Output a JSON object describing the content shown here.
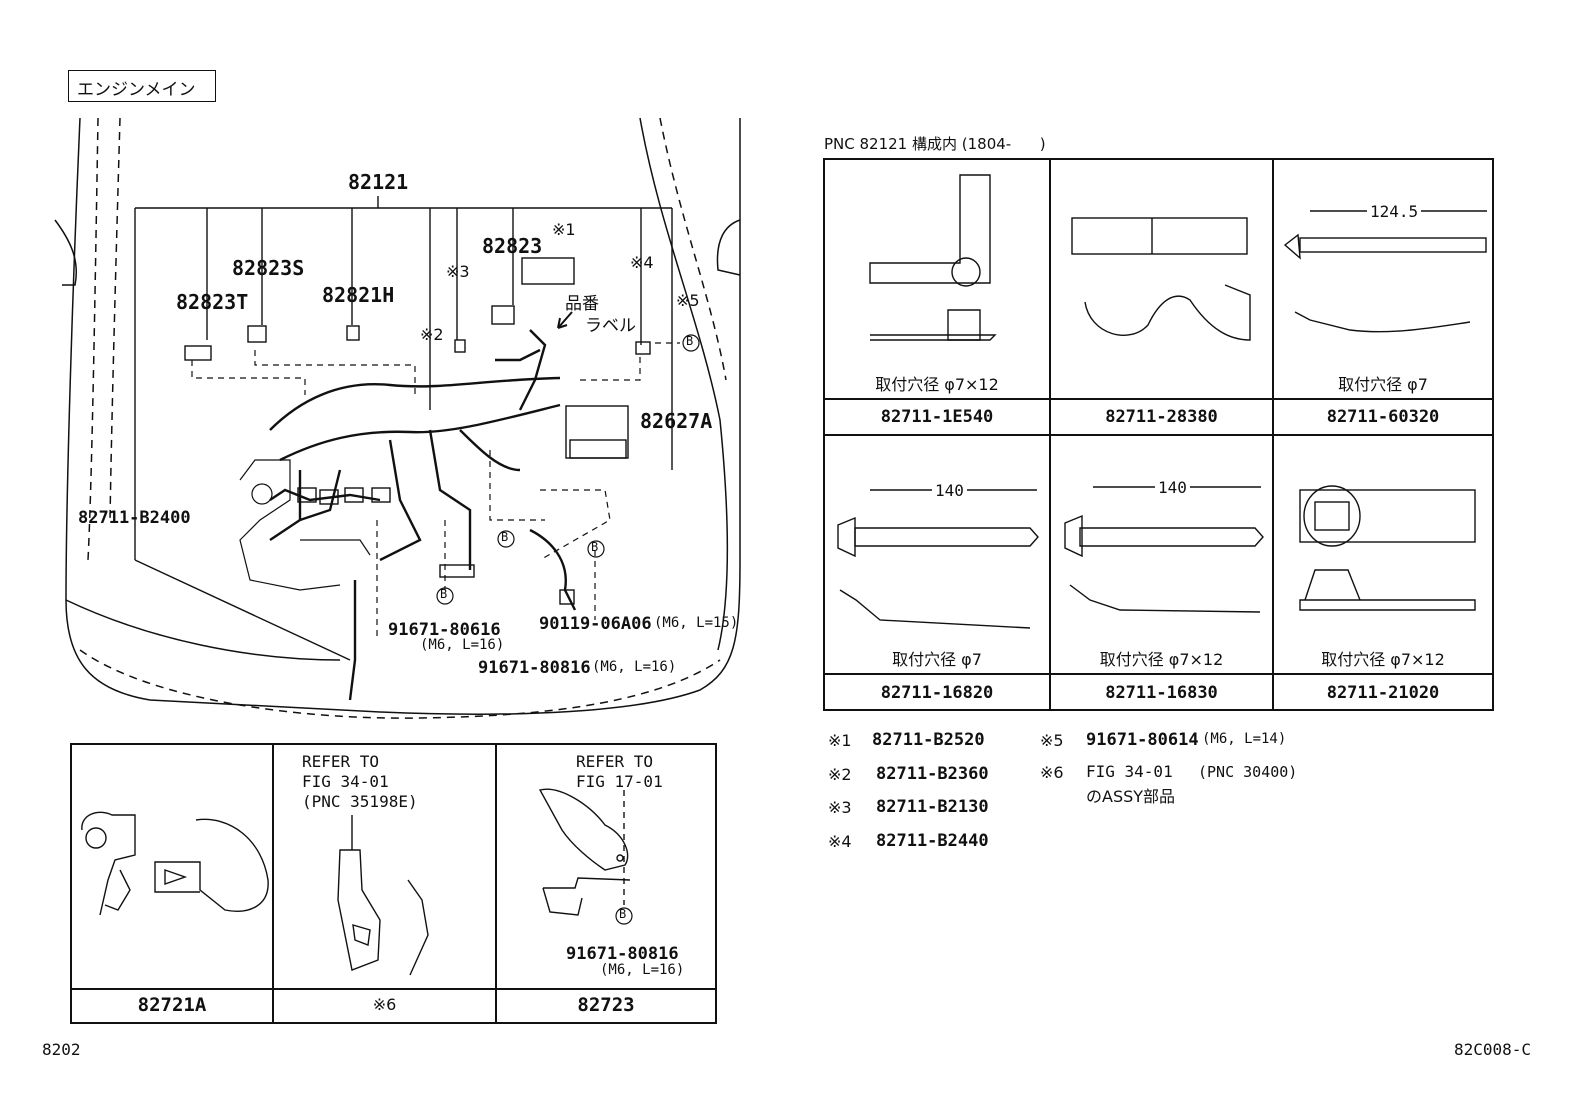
{
  "main": {
    "section_label": "エンジンメイン",
    "callouts": {
      "harness": "82121",
      "p82823T": "82823T",
      "p82823S": "82823S",
      "p82821H": "82821H",
      "p82823": "82823",
      "p82627A": "82627A",
      "p82711_B2400": "82711-B2400",
      "n1": "※1",
      "n2": "※2",
      "n3": "※3",
      "n4": "※4",
      "n5": "※5",
      "label_line1": "品番",
      "label_line2": "ラベル",
      "bolt1_pn": "91671-80616",
      "bolt1_spec": "(M6, L=16)",
      "bolt2_pn": "90119-06A06",
      "bolt2_spec": "(M6, L=15)",
      "bolt3_pn": "91671-80816",
      "bolt3_spec": "(M6, L=16)",
      "ref_b": "B"
    }
  },
  "bottom_panels": [
    {
      "caption": "82721A",
      "refer": []
    },
    {
      "caption": "※6",
      "refer": [
        "REFER TO",
        "FIG 34-01",
        "(PNC 35198E)"
      ]
    },
    {
      "caption": "82723",
      "refer": [
        "REFER TO",
        "FIG 17-01"
      ],
      "bolt_pn": "91671-80816",
      "bolt_spec": "(M6, L=16)"
    }
  ],
  "right": {
    "table_title": "PNC 82121 構成内 (1804-      )",
    "cells": [
      {
        "note": "取付穴径 φ7×12",
        "part": "82711-1E540",
        "dim": ""
      },
      {
        "note": "",
        "part": "82711-28380",
        "dim": ""
      },
      {
        "note": "取付穴径 φ7",
        "part": "82711-60320",
        "dim": "124.5"
      },
      {
        "note": "取付穴径 φ7",
        "part": "82711-16820",
        "dim": "140"
      },
      {
        "note": "取付穴径 φ7×12",
        "part": "82711-16830",
        "dim": "140"
      },
      {
        "note": "取付穴径 φ7×12",
        "part": "82711-21020",
        "dim": ""
      }
    ],
    "notes_left": [
      {
        "mark": "※1",
        "text": "82711-B2520"
      },
      {
        "mark": "※2",
        "text": "82711-B2360"
      },
      {
        "mark": "※3",
        "text": "82711-B2130"
      },
      {
        "mark": "※4",
        "text": "82711-B2440"
      }
    ],
    "notes_right": [
      {
        "mark": "※5",
        "text": "91671-80614",
        "spec": "(M6, L=14)"
      },
      {
        "mark": "※6",
        "text": "FIG 34-01",
        "spec": "(PNC 30400)",
        "line2": "のASSY部品"
      }
    ]
  },
  "footer": {
    "left": "8202",
    "right": "82C008-C"
  }
}
